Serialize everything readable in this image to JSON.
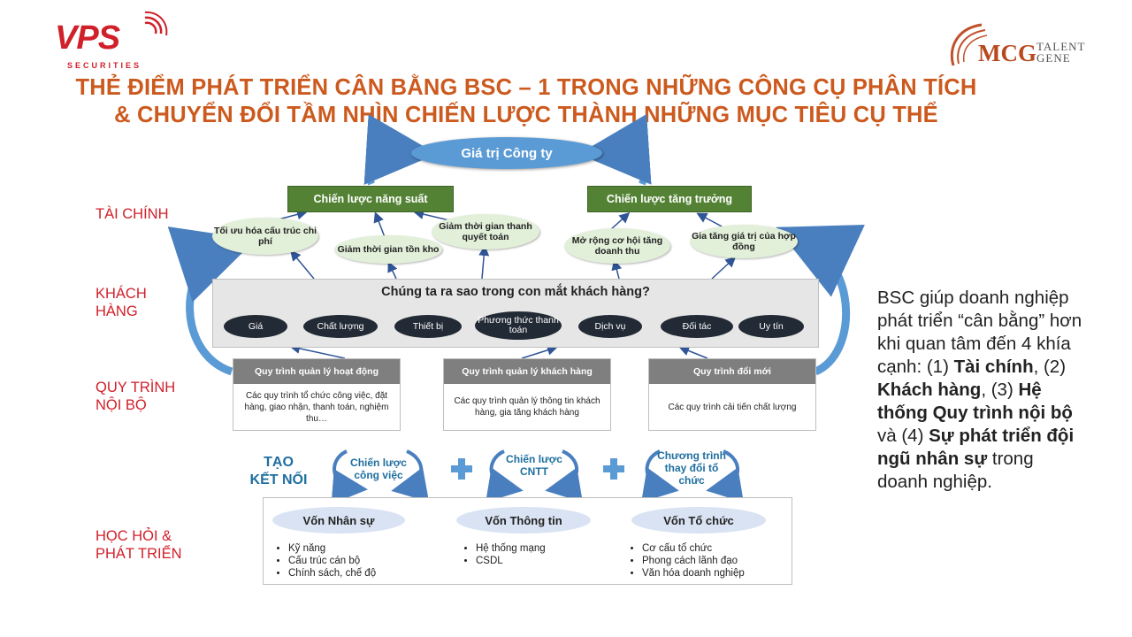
{
  "brand": {
    "vps_logo_text": "VPS",
    "vps_sub": "SECURITIES",
    "mcg_logo_text": "MCG",
    "mcg_sub1": "TALENT",
    "mcg_sub2": "GENE"
  },
  "title": {
    "line1": "THẺ ĐIỂM PHÁT TRIỂN CÂN BẰNG BSC – 1 TRONG NHỮNG CÔNG CỤ PHÂN TÍCH",
    "line2": "& CHUYỂN ĐỔI TẦM NHÌN CHIẾN LƯỢC THÀNH NHỮNG MỤC TIÊU CỤ THỂ"
  },
  "perspectives": {
    "finance": "TÀI CHÍNH",
    "customer_1": "KHÁCH",
    "customer_2": "HÀNG",
    "process_1": "QUY TRÌNH",
    "process_2": "NỘI BỘ",
    "learning_1": "HỌC HỎI &",
    "learning_2": "PHÁT TRIỂN"
  },
  "finance": {
    "company_value": "Giá trị Công ty",
    "productivity": "Chiến lược năng suất",
    "growth": "Chiến lược tăng trưởng",
    "ovals": [
      "Tối ưu hóa cấu trúc chi phí",
      "Giảm thời gian tồn kho",
      "Giảm thời gian thanh quyết toán",
      "Mở rộng cơ hội tăng doanh thu",
      "Gia tăng giá trị của hợp đồng"
    ]
  },
  "customer": {
    "title": "Chúng ta ra sao trong con mắt khách hàng?",
    "pills": [
      "Giá",
      "Chất lượng",
      "Thiết bị",
      "Phương thức thanh toán",
      "Dịch vụ",
      "Đối tác",
      "Uy tín"
    ]
  },
  "processes": [
    {
      "head": "Quy trình quản lý hoạt động",
      "body": "Các quy trình tổ chức công việc, đặt hàng, giao nhận, thanh toán, nghiệm thu…"
    },
    {
      "head": "Quy trình quản lý khách hàng",
      "body": "Các quy trình quản lý thông tin khách hàng, gia tăng khách hàng"
    },
    {
      "head": "Quy trình đổi mới",
      "body": "Các quy trình cải tiến chất lượng"
    }
  ],
  "connect": {
    "label_1": "TẠO",
    "label_2": "KẾT NỐI",
    "cycles": [
      "Chiến lược công việc",
      "Chiến lược CNTT",
      "Chương trình thay đổi tổ chức"
    ]
  },
  "capitals": [
    {
      "name": "Vốn Nhân sự",
      "items": [
        "Kỹ năng",
        "Cấu trúc cán bộ",
        "Chính sách, chế độ"
      ]
    },
    {
      "name": "Vốn Thông tin",
      "items": [
        "Hệ thống mạng",
        "CSDL"
      ]
    },
    {
      "name": "Vốn Tổ chức",
      "items": [
        "Cơ cấu tổ chức",
        "Phong cách lãnh đạo",
        "Văn hóa doanh nghiệp"
      ]
    }
  ],
  "side": {
    "t1": "BSC giúp doanh nghiệp phát triển “cân bằng” hơn khi quan tâm đến 4 khía cạnh: (1) ",
    "b1": "Tài chính",
    "t2": ", (2) ",
    "b2": "Khách hàng",
    "t3": ", (3) ",
    "b3": "Hệ thống Quy trình nội bộ",
    "t4": " và (4) ",
    "b4": "Sự phát triển đội ngũ nhân sự",
    "t5": " trong doanh nghiệp."
  },
  "colors": {
    "accent_orange": "#cc5a1e",
    "label_red": "#d0202a",
    "green": "#548235",
    "blue": "#5b9bd5",
    "navy": "#222a35"
  }
}
